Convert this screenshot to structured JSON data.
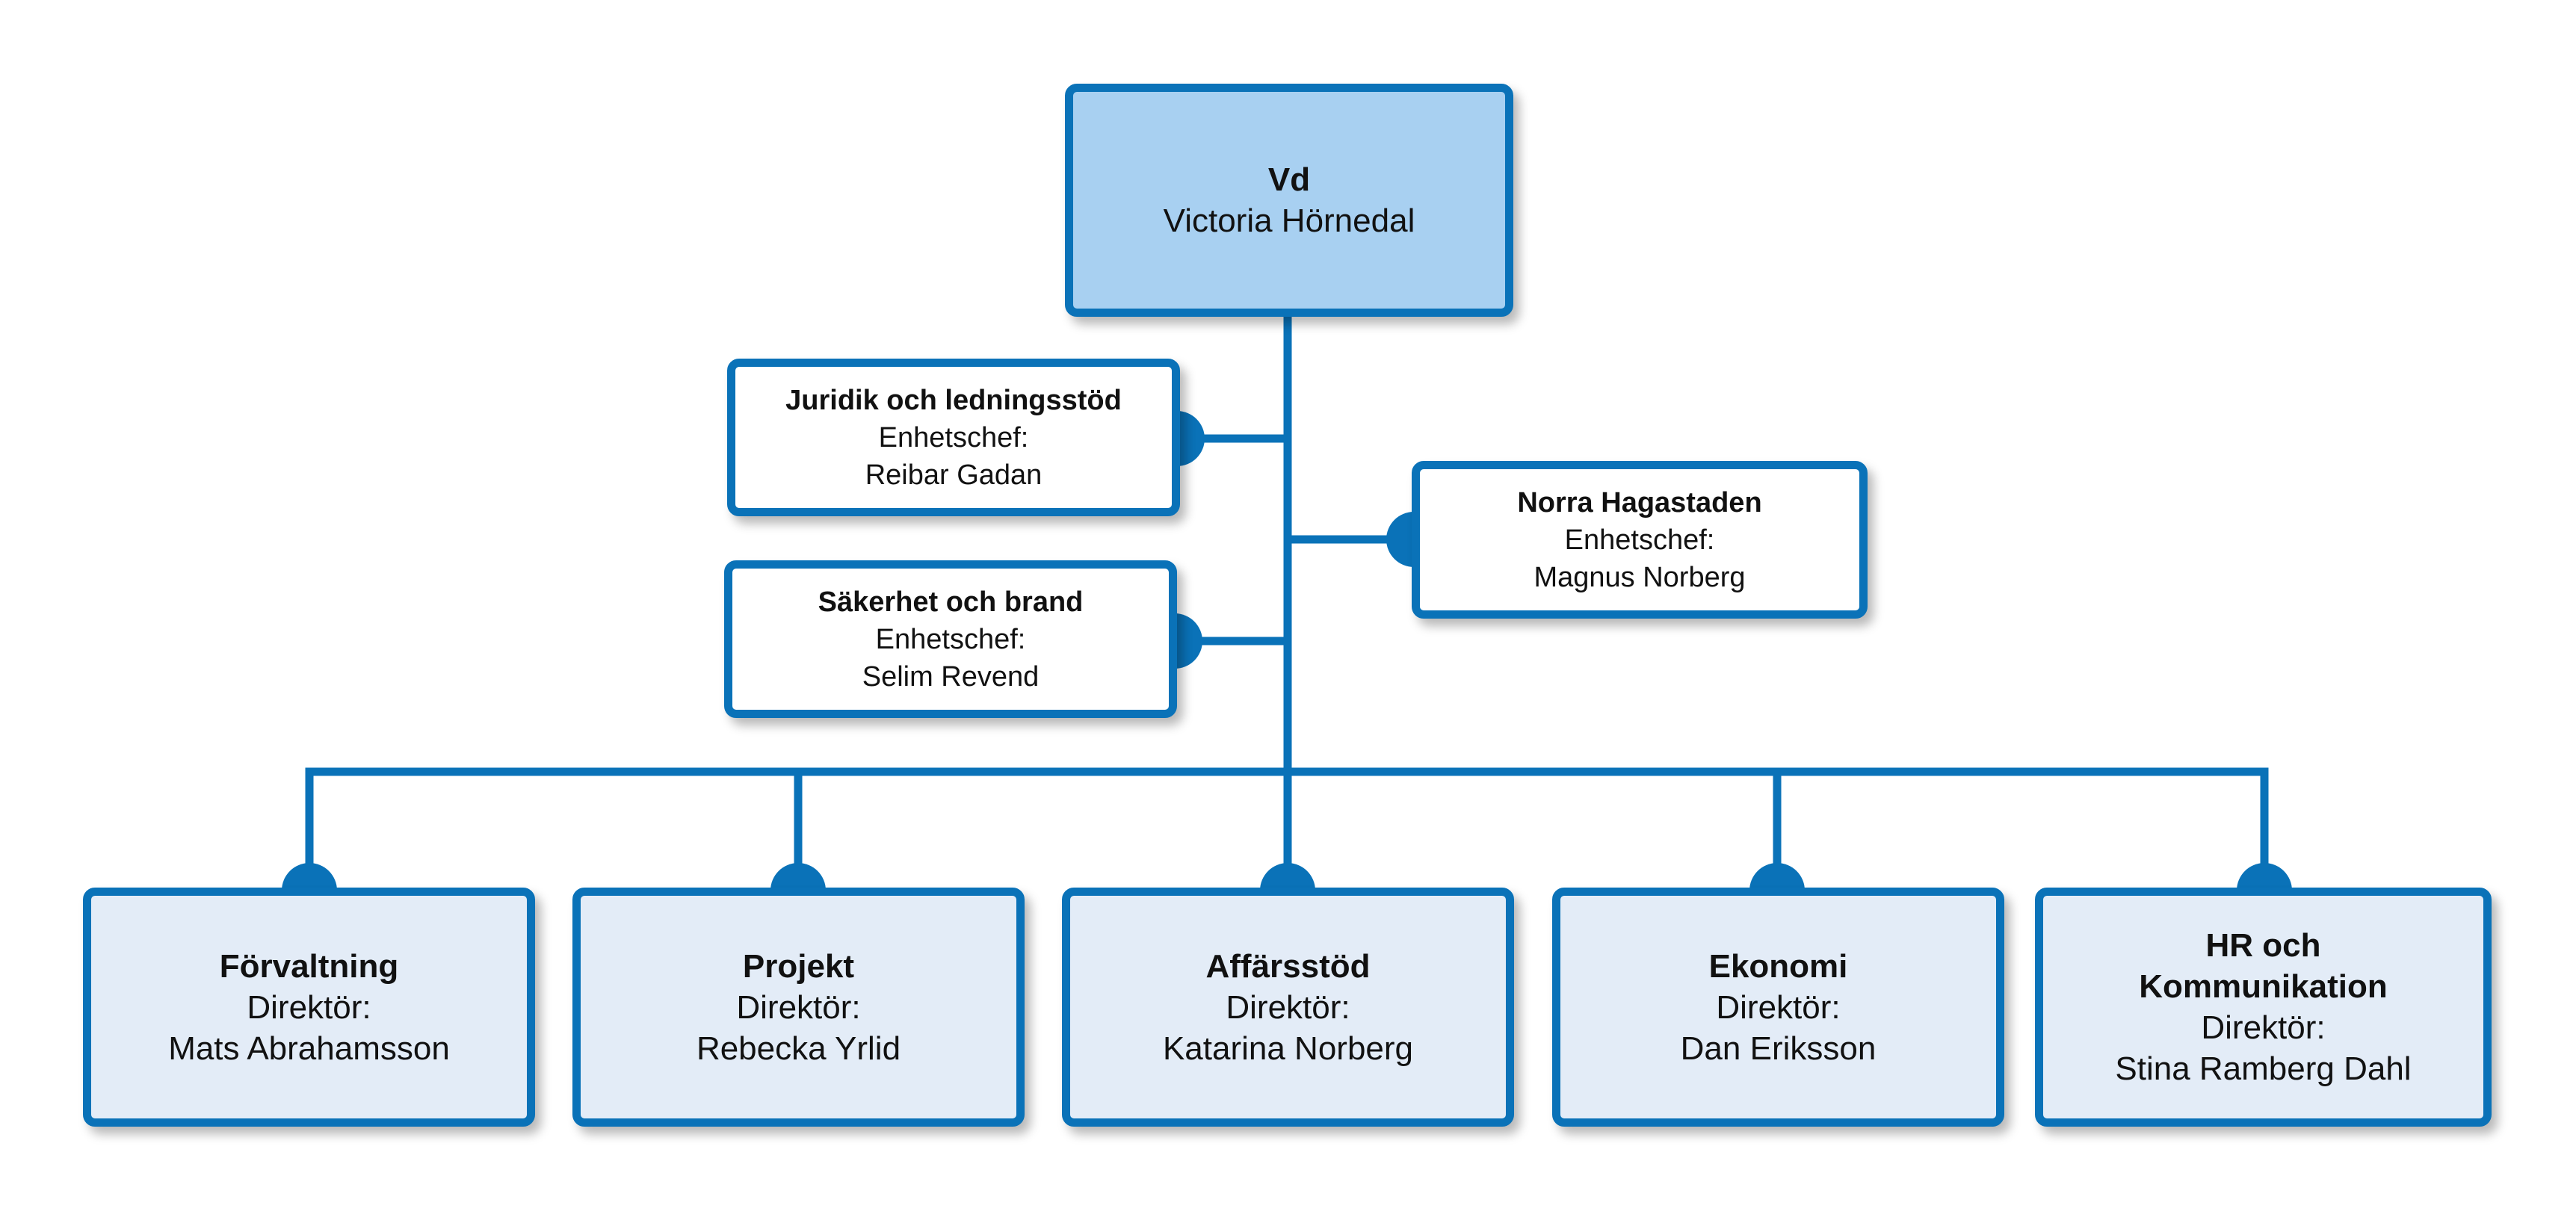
{
  "chart": {
    "ceo": {
      "title": "Vd",
      "name": "Victoria Hörnedal"
    },
    "staff_units": [
      {
        "title": "Juridik och ledningsstöd",
        "role": "Enhetschef:",
        "name": "Reibar Gadan"
      },
      {
        "title": "Säkerhet och brand",
        "role": "Enhetschef:",
        "name": "Selim Revend"
      },
      {
        "title": "Norra Hagastaden",
        "role": "Enhetschef:",
        "name": "Magnus Norberg"
      }
    ],
    "divisions": [
      {
        "title": "Förvaltning",
        "role": "Direktör:",
        "name": "Mats Abrahamsson"
      },
      {
        "title": "Projekt",
        "role": "Direktör:",
        "name": "Rebecka Yrlid"
      },
      {
        "title": "Affärsstöd",
        "role": "Direktör:",
        "name": "Katarina Norberg"
      },
      {
        "title": "Ekonomi",
        "role": "Direktör:",
        "name": "Dan Eriksson"
      },
      {
        "title": "HR och Kommunikation",
        "role": "Direktör:",
        "name": "Stina Ramberg Dahl"
      }
    ],
    "colors": {
      "line": "#0a72b8",
      "ceo_fill": "#a8d0f1",
      "staff_fill": "#ffffff",
      "division_fill": "#e3ecf7"
    }
  }
}
